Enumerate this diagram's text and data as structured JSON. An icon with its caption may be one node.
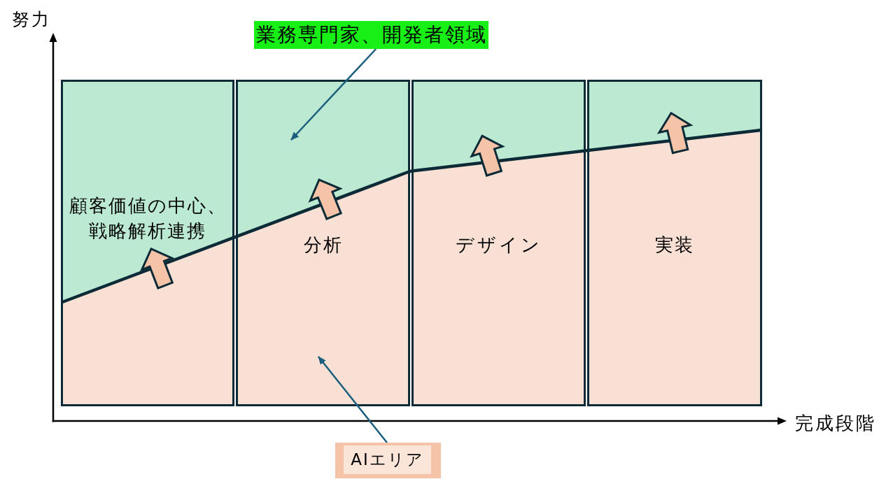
{
  "diagram": {
    "nodes": [
      {
        "text": [
          "業務専門家、開発者領域"
        ]
      },
      {
        "text": [
          "顧客価値の中心、戦略解析連携"
        ]
      },
      {
        "text": [
          "分析"
        ]
      },
      {
        "text": [
          "デザイン"
        ]
      },
      {
        "text": [
          "実装"
        ]
      },
      {
        "text": [],
        "shape": "band"
      },
      {
        "text": [],
        "shape": "band"
      },
      {
        "text": [
          "AIエリア"
        ]
      }
    ],
    "edges": [
      {
        "from": 0,
        "to": 5,
        "arrow": "to"
      },
      {
        "from": 7,
        "to": 6,
        "arrow": "to"
      }
    ],
    "labels": [
      "努力",
      "完成段階"
    ]
  }
}
